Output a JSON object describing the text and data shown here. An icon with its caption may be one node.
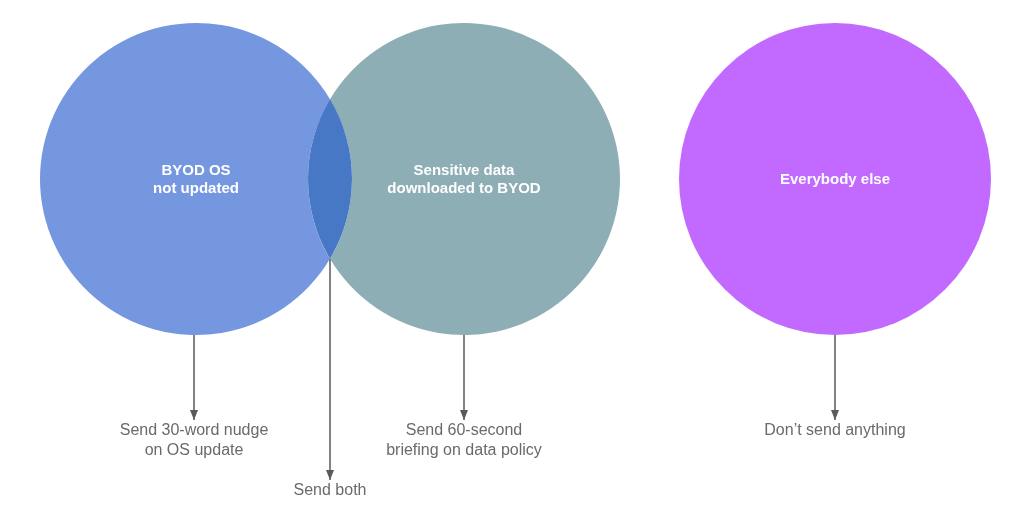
{
  "diagram": {
    "nodes": [
      {
        "text": [
          "BYOD OS not updated"
        ]
      },
      {
        "text": [
          "Sensitive data downloaded to BYOD"
        ]
      },
      {
        "text": [],
        "shape": "lens"
      },
      {
        "text": [
          "Everybody else"
        ]
      },
      {
        "text": [
          "Send 30-word nudge on OS update"
        ]
      },
      {
        "text": [
          "Send both"
        ]
      },
      {
        "text": [
          "Send 60-second briefing on data policy"
        ]
      },
      {
        "text": [
          "Don’t send anything"
        ]
      }
    ],
    "edges": [
      {
        "from": 0,
        "to": 4,
        "arrow": "to"
      },
      {
        "from": 2,
        "to": 5,
        "arrow": "to"
      },
      {
        "from": 1,
        "to": 6,
        "arrow": "to"
      },
      {
        "from": 3,
        "to": 7,
        "arrow": "to"
      }
    ]
  }
}
